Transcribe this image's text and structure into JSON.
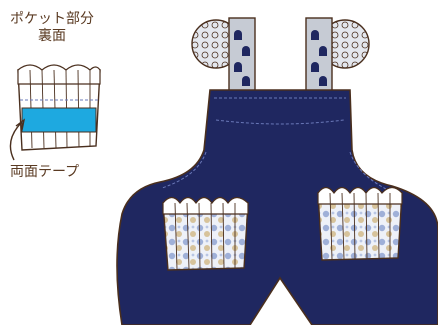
{
  "labels": {
    "pocket_back_line1": "ポケット部分",
    "pocket_back_line2": "裏面",
    "double_sided_tape": "両面テープ"
  },
  "colors": {
    "overall_navy": "#1f2760",
    "outline_brown": "#4a2f1e",
    "tape_blue": "#1ea9e0",
    "stitch": "#6a78b8",
    "pattern_blue": "#9fb0d8",
    "pattern_beige": "#d7c39b",
    "strap_silver": "#c6cbd4"
  },
  "icons": {
    "pointer": "curved-arrow-icon"
  }
}
